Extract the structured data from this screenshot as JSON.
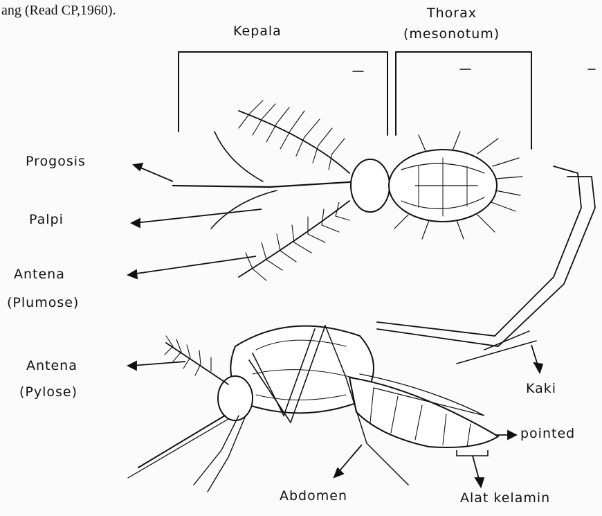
{
  "caption": "ang (Read CP,1960).",
  "labels": {
    "kepala": "Kepala",
    "thorax": "Thorax",
    "mesonotum": "(mesonotum)",
    "progosis": "Progosis",
    "palpi": "Palpi",
    "antena_plumose_1": "Antena",
    "antena_plumose_2": "(Plumose)",
    "antena_pylose_1": "Antena",
    "antena_pylose_2": "(Pylose)",
    "kaki": "Kaki",
    "pointed": "pointed",
    "abdomen": "Abdomen",
    "alat_kelamin": "Alat kelamin"
  }
}
